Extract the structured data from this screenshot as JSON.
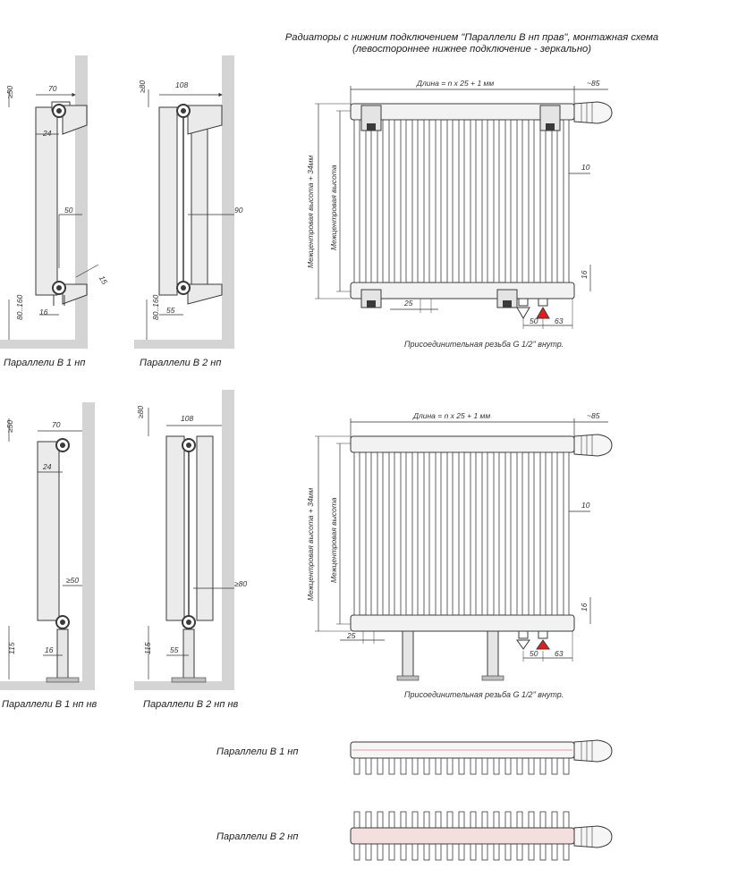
{
  "title": {
    "line1": "Радиаторы с нижним подключением \"Параллели В нп прав\", монтажная схема",
    "line2": "(левостороннее нижнее подключение - зеркально)"
  },
  "labels": {
    "b1np": "Параллели В 1 нп",
    "b2np": "Параллели В 2 нп",
    "b1npnv": "Параллели В 1 нп нв",
    "b2npnv": "Параллели В 2 нп нв",
    "top_b1np": "Параллели В 1 нп",
    "top_b2np": "Параллели В 2 нп"
  },
  "dims": {
    "gap50": "≥50",
    "gap80": "≥80",
    "d70": "70",
    "d108": "108",
    "d24": "24",
    "d50": "50",
    "d90": "90",
    "d15": "15",
    "d16": "16",
    "d55": "55",
    "floor": "80..160",
    "ge50": "≥50",
    "ge80": "≥80",
    "d115": "115",
    "length": "Длина = n x 25 + 1 мм",
    "d85": "~85",
    "d10": "10",
    "d16v": "16",
    "d25": "25",
    "d63": "63",
    "height_total": "Межцентровая высота + 34мм",
    "height_center": "Межцентровая высота"
  },
  "notes": {
    "thread1": "Присоединительная резьба G 1/2\" внутр.",
    "thread2": "Присоединительная резьба G 1/2\" внутр."
  },
  "colors": {
    "line": "#3a3a3a",
    "wall": "#cfcfcf",
    "tube": "#ececec",
    "valve_red": "#e21d1d",
    "band": "#f4dede"
  }
}
